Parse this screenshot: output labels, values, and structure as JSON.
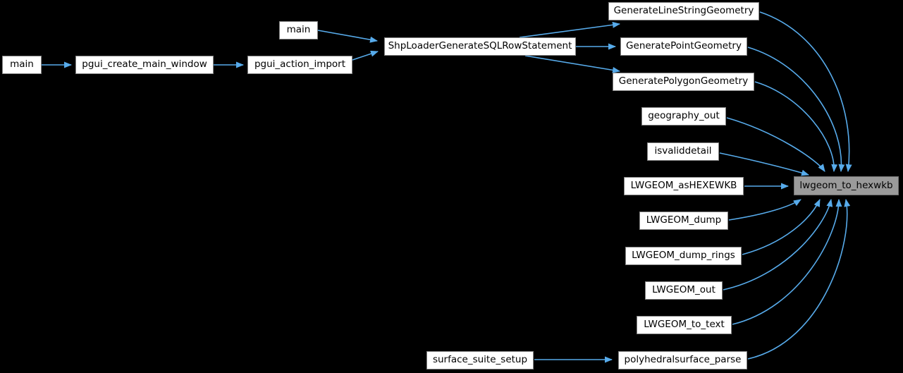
{
  "diagram": {
    "kind": "doxygen-caller-graph",
    "background_color": "#000000",
    "edge_color": "#57abeb",
    "node_fill_color": "#ffffff",
    "node_border_color": "#848484",
    "node_text_color": "#000000",
    "target_node_fill_color": "#9a9a9a",
    "target_node_border_color": "#6f6f6f"
  },
  "nodes": {
    "main_top": {
      "label": "main"
    },
    "main_left": {
      "label": "main"
    },
    "pgui_create_main_window": {
      "label": "pgui_create_main_window"
    },
    "pgui_action_import": {
      "label": "pgui_action_import"
    },
    "ShpLoaderGenerateSQLRowStatement": {
      "label": "ShpLoaderGenerateSQLRowStatement"
    },
    "GenerateLineStringGeometry": {
      "label": "GenerateLineStringGeometry"
    },
    "GeneratePointGeometry": {
      "label": "GeneratePointGeometry"
    },
    "GeneratePolygonGeometry": {
      "label": "GeneratePolygonGeometry"
    },
    "geography_out": {
      "label": "geography_out"
    },
    "isvaliddetail": {
      "label": "isvaliddetail"
    },
    "LWGEOM_asHEXEWKB": {
      "label": "LWGEOM_asHEXEWKB"
    },
    "LWGEOM_dump": {
      "label": "LWGEOM_dump"
    },
    "LWGEOM_dump_rings": {
      "label": "LWGEOM_dump_rings"
    },
    "LWGEOM_out": {
      "label": "LWGEOM_out"
    },
    "LWGEOM_to_text": {
      "label": "LWGEOM_to_text"
    },
    "lwgeom_to_hexwkb": {
      "label": "lwgeom_to_hexwkb"
    },
    "surface_suite_setup": {
      "label": "surface_suite_setup"
    },
    "polyhedralsurface_parse": {
      "label": "polyhedralsurface_parse"
    }
  },
  "edges": [
    {
      "from": "main (top)",
      "to": "ShpLoaderGenerateSQLRowStatement"
    },
    {
      "from": "main (left)",
      "to": "pgui_create_main_window"
    },
    {
      "from": "pgui_create_main_window",
      "to": "pgui_action_import"
    },
    {
      "from": "pgui_action_import",
      "to": "ShpLoaderGenerateSQLRowStatement"
    },
    {
      "from": "ShpLoaderGenerateSQLRowStatement",
      "to": "GenerateLineStringGeometry"
    },
    {
      "from": "ShpLoaderGenerateSQLRowStatement",
      "to": "GeneratePointGeometry"
    },
    {
      "from": "ShpLoaderGenerateSQLRowStatement",
      "to": "GeneratePolygonGeometry"
    },
    {
      "from": "GenerateLineStringGeometry",
      "to": "lwgeom_to_hexwkb"
    },
    {
      "from": "GeneratePointGeometry",
      "to": "lwgeom_to_hexwkb"
    },
    {
      "from": "GeneratePolygonGeometry",
      "to": "lwgeom_to_hexwkb"
    },
    {
      "from": "geography_out",
      "to": "lwgeom_to_hexwkb"
    },
    {
      "from": "isvaliddetail",
      "to": "lwgeom_to_hexwkb"
    },
    {
      "from": "LWGEOM_asHEXEWKB",
      "to": "lwgeom_to_hexwkb"
    },
    {
      "from": "LWGEOM_dump",
      "to": "lwgeom_to_hexwkb"
    },
    {
      "from": "LWGEOM_dump_rings",
      "to": "lwgeom_to_hexwkb"
    },
    {
      "from": "LWGEOM_out",
      "to": "lwgeom_to_hexwkb"
    },
    {
      "from": "LWGEOM_to_text",
      "to": "lwgeom_to_hexwkb"
    },
    {
      "from": "polyhedralsurface_parse",
      "to": "lwgeom_to_hexwkb"
    },
    {
      "from": "surface_suite_setup",
      "to": "polyhedralsurface_parse"
    }
  ]
}
